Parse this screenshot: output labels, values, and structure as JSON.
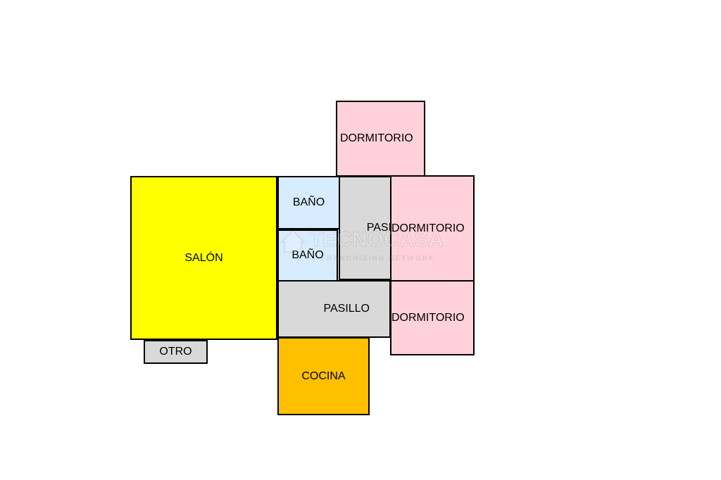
{
  "rooms": [
    {
      "key": "dorm-top",
      "label": "DORMITORIO",
      "color": "#ffd1dc"
    },
    {
      "key": "salon",
      "label": "SALÓN",
      "color": "#ffff00"
    },
    {
      "key": "bano1",
      "label": "BAÑO",
      "color": "#d8ecff"
    },
    {
      "key": "bano2",
      "label": "BAÑO",
      "color": "#d8ecff"
    },
    {
      "key": "pasi",
      "label": "PASI",
      "color": "#d9d9d9"
    },
    {
      "key": "dorm-right",
      "label": "DORMITORIO",
      "color": "#ffd1dc"
    },
    {
      "key": "pasillo",
      "label": "PASILLO",
      "color": "#d9d9d9"
    },
    {
      "key": "dorm-bot",
      "label": "DORMITORIO",
      "color": "#ffd1dc"
    },
    {
      "key": "otro",
      "label": "OTRO",
      "color": "#d9d9d9"
    },
    {
      "key": "cocina",
      "label": "COCINA",
      "color": "#ffc000"
    }
  ],
  "watermark": {
    "brand": "TECNOCASA",
    "tagline": "FRANCHISING NETWORK"
  }
}
